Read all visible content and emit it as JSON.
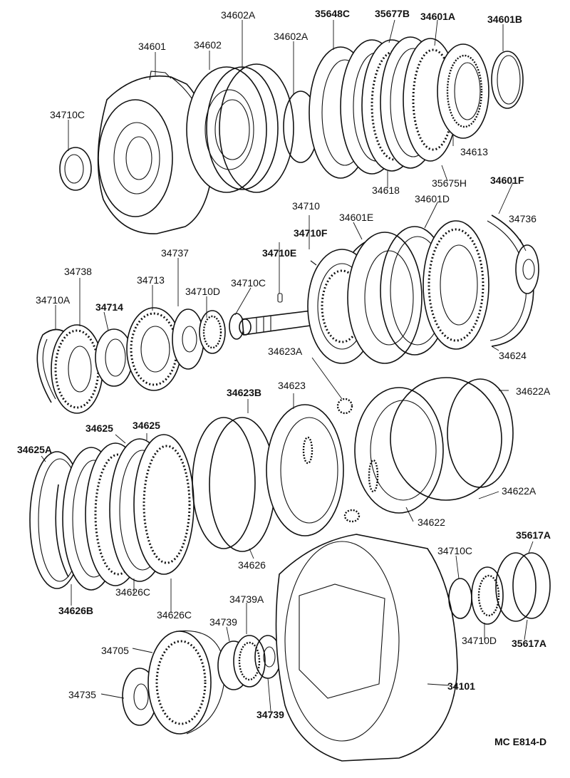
{
  "diagram": {
    "labels": [
      {
        "id": "l34601",
        "text": "34601",
        "bold": false
      },
      {
        "id": "l34602",
        "text": "34602",
        "bold": false
      },
      {
        "id": "l34602A_1",
        "text": "34602A",
        "bold": false
      },
      {
        "id": "l34602A_2",
        "text": "34602A",
        "bold": false
      },
      {
        "id": "l35648C",
        "text": "35648C",
        "bold": true
      },
      {
        "id": "l35677B",
        "text": "35677B",
        "bold": true
      },
      {
        "id": "l34601A",
        "text": "34601A",
        "bold": true
      },
      {
        "id": "l34601B",
        "text": "34601B",
        "bold": true
      },
      {
        "id": "l34710C_1",
        "text": "34710C",
        "bold": false
      },
      {
        "id": "l34613",
        "text": "34613",
        "bold": false
      },
      {
        "id": "l35675H",
        "text": "35675H",
        "bold": false
      },
      {
        "id": "l34618",
        "text": "34618",
        "bold": false
      },
      {
        "id": "l34601F",
        "text": "34601F",
        "bold": true
      },
      {
        "id": "l34601D",
        "text": "34601D",
        "bold": false
      },
      {
        "id": "l34710",
        "text": "34710",
        "bold": false
      },
      {
        "id": "l34601E",
        "text": "34601E",
        "bold": false
      },
      {
        "id": "l34736",
        "text": "34736",
        "bold": false
      },
      {
        "id": "l34710F",
        "text": "34710F",
        "bold": true
      },
      {
        "id": "l34710E",
        "text": "34710E",
        "bold": true
      },
      {
        "id": "l34737",
        "text": "34737",
        "bold": false
      },
      {
        "id": "l34738",
        "text": "34738",
        "bold": false
      },
      {
        "id": "l34713",
        "text": "34713",
        "bold": false
      },
      {
        "id": "l34710D_1",
        "text": "34710D",
        "bold": false
      },
      {
        "id": "l34710C_2",
        "text": "34710C",
        "bold": false
      },
      {
        "id": "l34710A",
        "text": "34710A",
        "bold": false
      },
      {
        "id": "l34714",
        "text": "34714",
        "bold": true
      },
      {
        "id": "l34624",
        "text": "34624",
        "bold": false
      },
      {
        "id": "l34623A",
        "text": "34623A",
        "bold": false
      },
      {
        "id": "l34623B",
        "text": "34623B",
        "bold": true
      },
      {
        "id": "l34623",
        "text": "34623",
        "bold": false
      },
      {
        "id": "l34622A_1",
        "text": "34622A",
        "bold": false
      },
      {
        "id": "l34625_1",
        "text": "34625",
        "bold": true
      },
      {
        "id": "l34625_2",
        "text": "34625",
        "bold": true
      },
      {
        "id": "l34625A",
        "text": "34625A",
        "bold": true
      },
      {
        "id": "l34622A_2",
        "text": "34622A",
        "bold": false
      },
      {
        "id": "l34622",
        "text": "34622",
        "bold": false
      },
      {
        "id": "l35617A_1",
        "text": "35617A",
        "bold": true
      },
      {
        "id": "l34710C_3",
        "text": "34710C",
        "bold": false
      },
      {
        "id": "l34626",
        "text": "34626",
        "bold": false
      },
      {
        "id": "l34626C_1",
        "text": "34626C",
        "bold": false
      },
      {
        "id": "l34626B",
        "text": "34626B",
        "bold": true
      },
      {
        "id": "l34739A",
        "text": "34739A",
        "bold": false
      },
      {
        "id": "l34626C_2",
        "text": "34626C",
        "bold": false
      },
      {
        "id": "l34739_1",
        "text": "34739",
        "bold": false
      },
      {
        "id": "l34710D_2",
        "text": "34710D",
        "bold": false
      },
      {
        "id": "l35617A_2",
        "text": "35617A",
        "bold": true
      },
      {
        "id": "l34705",
        "text": "34705",
        "bold": false
      },
      {
        "id": "l34101",
        "text": "34101",
        "bold": true
      },
      {
        "id": "l34735",
        "text": "34735",
        "bold": false
      },
      {
        "id": "l34739_2",
        "text": "34739",
        "bold": true
      },
      {
        "id": "lcode",
        "text": "MC  E814-D",
        "bold": true
      }
    ]
  }
}
